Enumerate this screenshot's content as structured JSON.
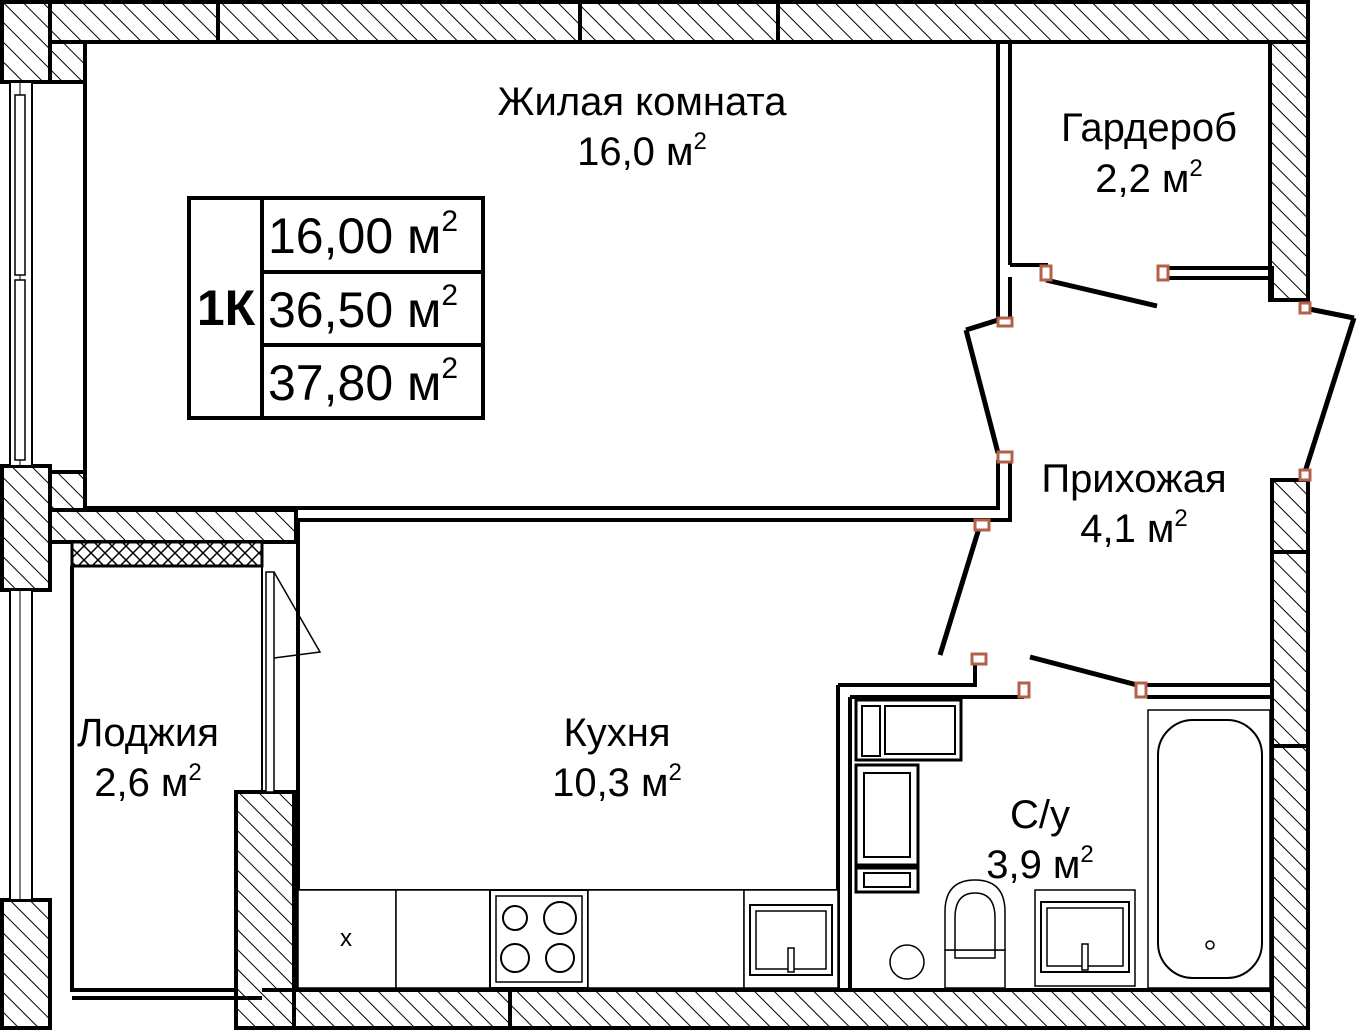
{
  "plan": {
    "rooms": [
      {
        "id": "living",
        "name": "Жилая комната",
        "area": "16,0 м",
        "sup": "2"
      },
      {
        "id": "wardrobe",
        "name": "Гардероб",
        "area": "2,2 м",
        "sup": "2"
      },
      {
        "id": "hall",
        "name": "Прихожая",
        "area": "4,1 м",
        "sup": "2"
      },
      {
        "id": "loggia",
        "name": "Лоджия",
        "area": "2,6 м",
        "sup": "2"
      },
      {
        "id": "kitchen",
        "name": "Кухня",
        "area": "10,3 м",
        "sup": "2"
      },
      {
        "id": "bathroom",
        "name": "С/у",
        "area": "3,9 м",
        "sup": "2"
      }
    ],
    "info_box": {
      "code": "1К",
      "rows": [
        {
          "value": "16,00 м",
          "sup": "2"
        },
        {
          "value": "36,50 м",
          "sup": "2"
        },
        {
          "value": "37,80 м",
          "sup": "2"
        }
      ]
    },
    "fridge_mark": "x",
    "colors": {
      "wall_stroke": "#000000",
      "hatch": "#000000",
      "hinge": "#b5614a",
      "background": "#ffffff"
    }
  }
}
